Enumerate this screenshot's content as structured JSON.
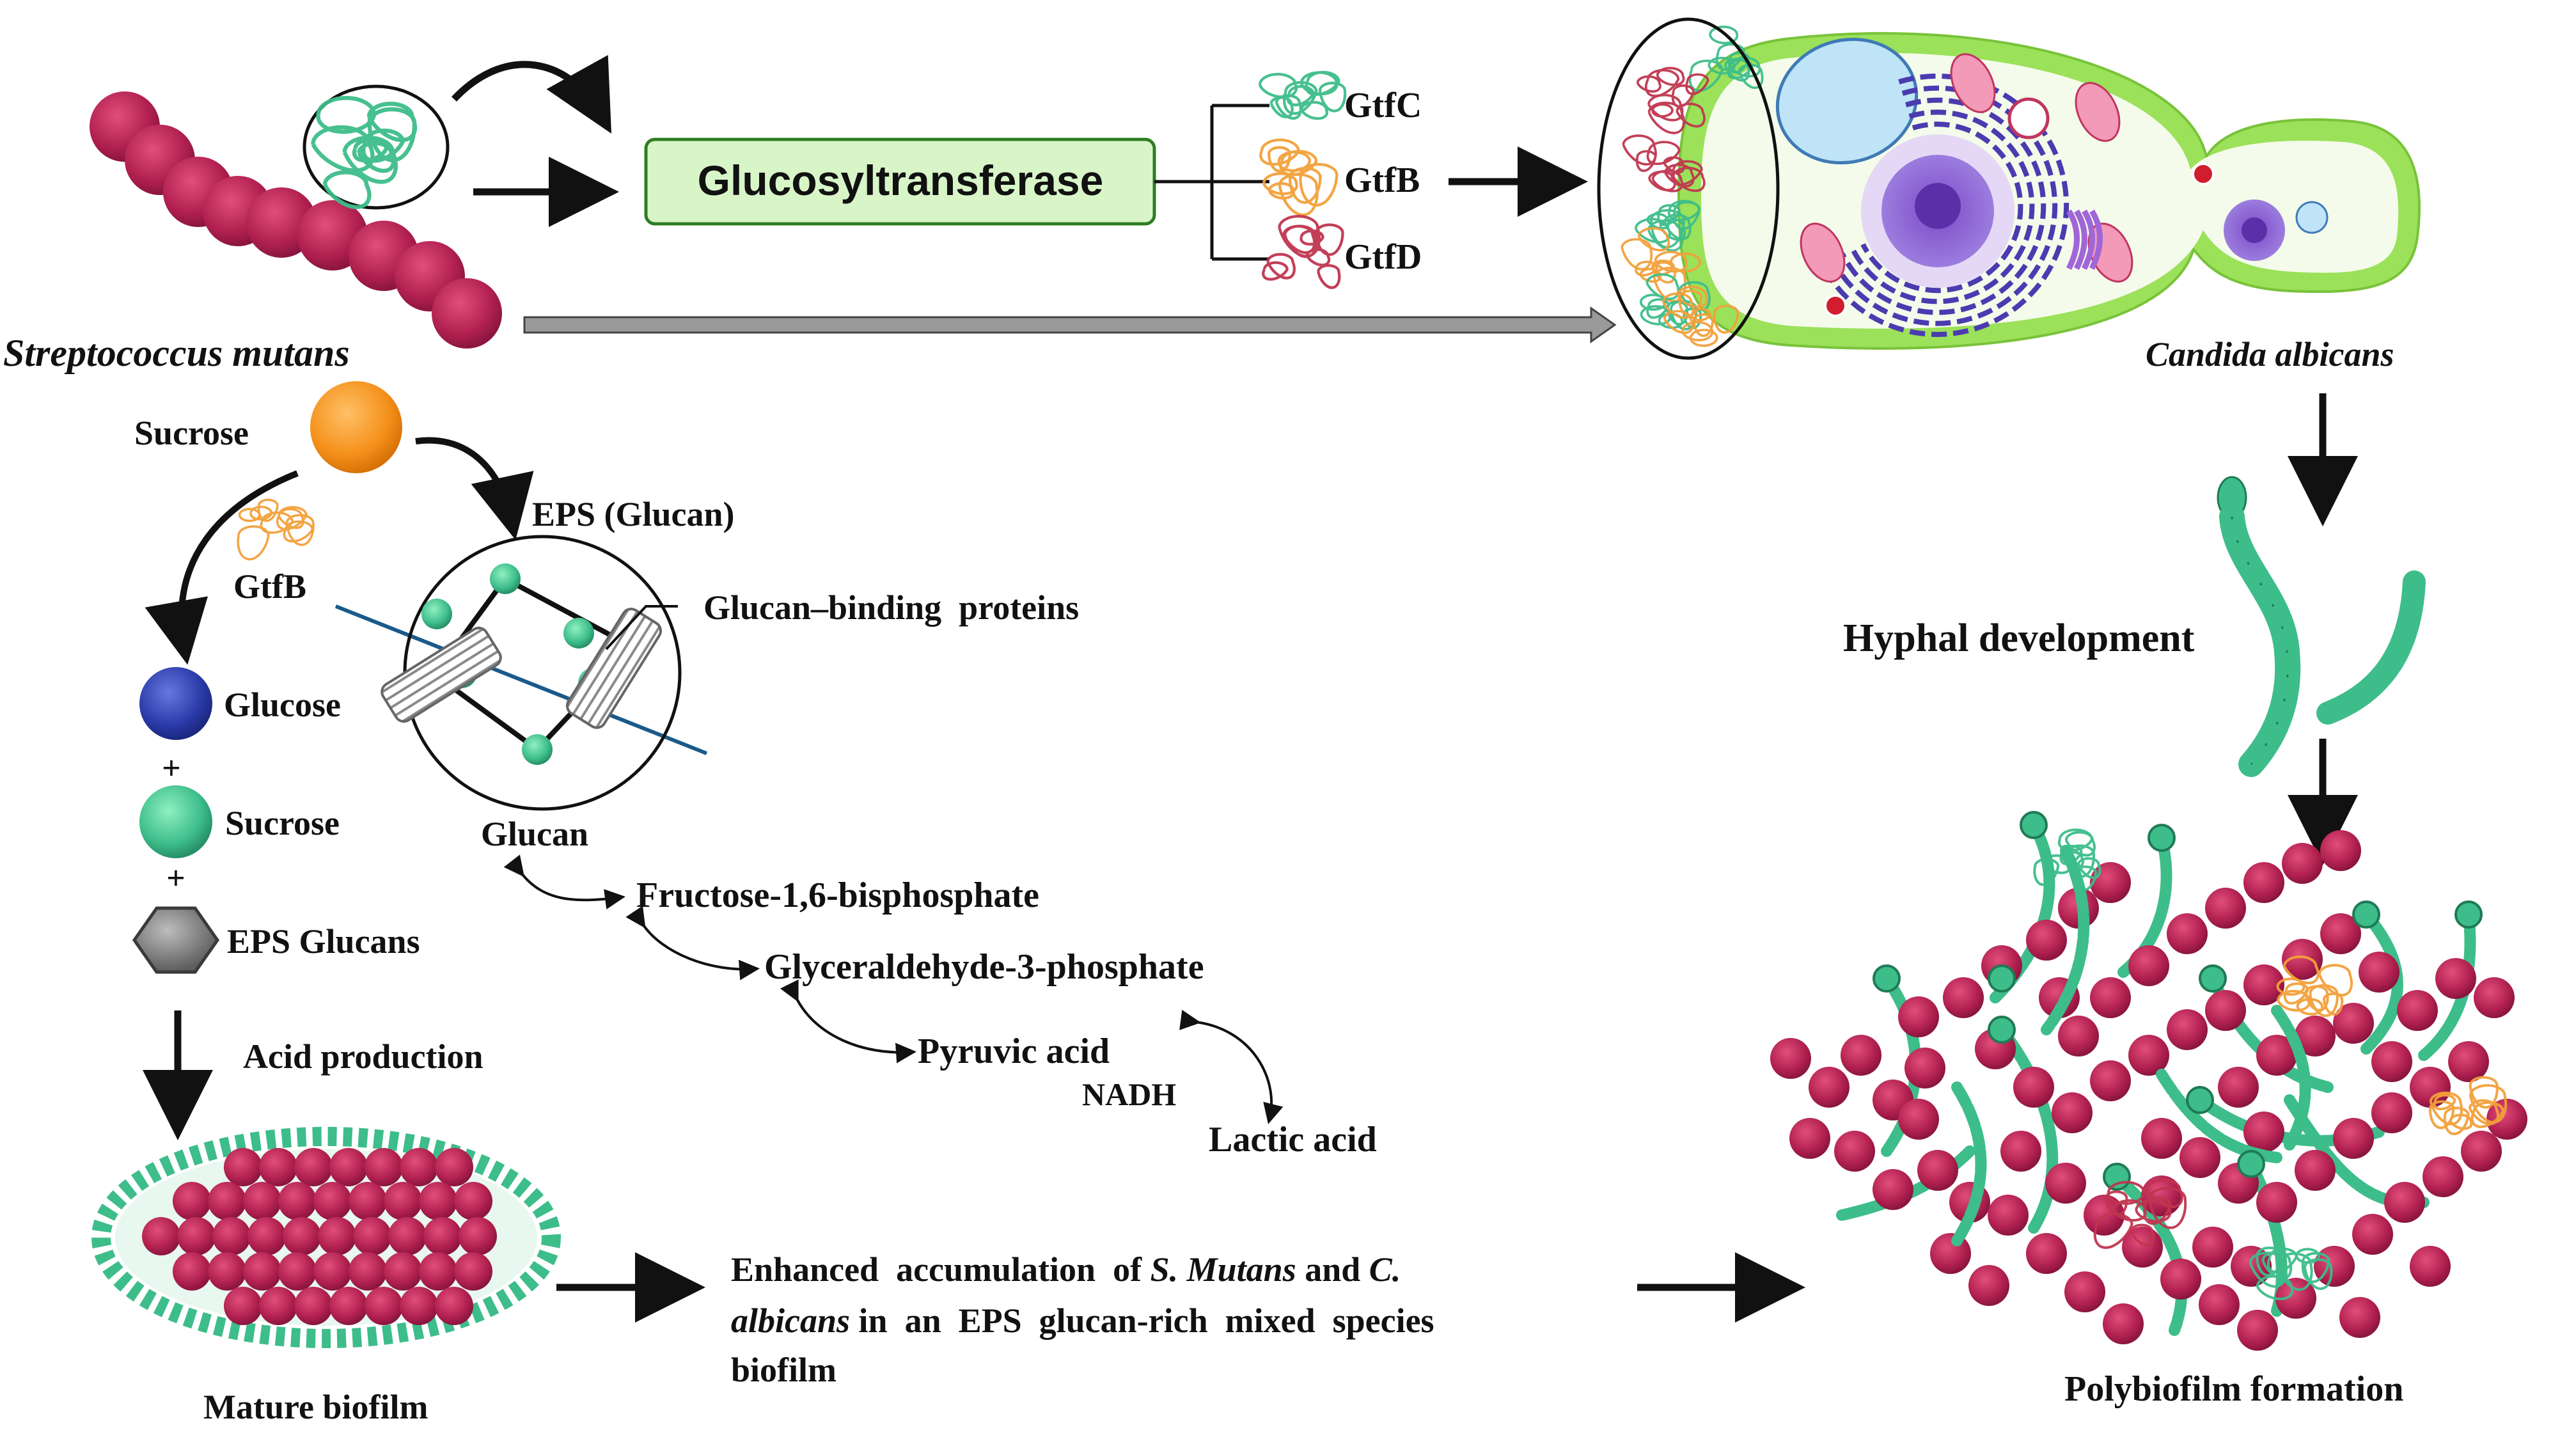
{
  "organisms": {
    "s_mutans": "Streptococcus mutans",
    "c_albicans": "Candida albicans"
  },
  "enzyme": {
    "box_label": "Glucosyltransferase",
    "gtfc": "GtfC",
    "gtfb": "GtfB",
    "gtfd": "GtfD"
  },
  "sucrose_path": {
    "sucrose": "Sucrose",
    "eps": "EPS (Glucan)",
    "gtfb": "GtfB",
    "binding": "Glucan–binding  proteins",
    "glucan": "Glucan",
    "glucose": "Glucose",
    "sucrose2": "Sucrose",
    "eps_glucans": "EPS Glucans",
    "plus": "+",
    "acid": "Acid production",
    "mature": "Mature biofilm"
  },
  "glycolysis": {
    "f16bp": "Fructose-1,6-bisphosphate",
    "g3p": "Glyceraldehyde-3-phosphate",
    "pyruvic": "Pyruvic acid",
    "nadh": "NADH",
    "lactic": "Lactic acid"
  },
  "right_path": {
    "hyphal": "Hyphal development",
    "poly": "Polybiofilm formation"
  },
  "enhanced": {
    "w1": "Enhanced  accumulation  of",
    "w2": "S. Mutans",
    "w3": "and",
    "w4": "C.",
    "w5": "albicans",
    "w6": "in  an  EPS  glucan-rich  mixed  species",
    "w7": "biofilm"
  },
  "colors": {
    "bacteria": "#b0204f",
    "hyphae": "#3dbd8a",
    "enzyme_box": "#d8f5c8",
    "cell_wall": "#8fd84e",
    "sucrose_ball": "#f4901a",
    "glucose_ball": "#2a3aa8"
  }
}
